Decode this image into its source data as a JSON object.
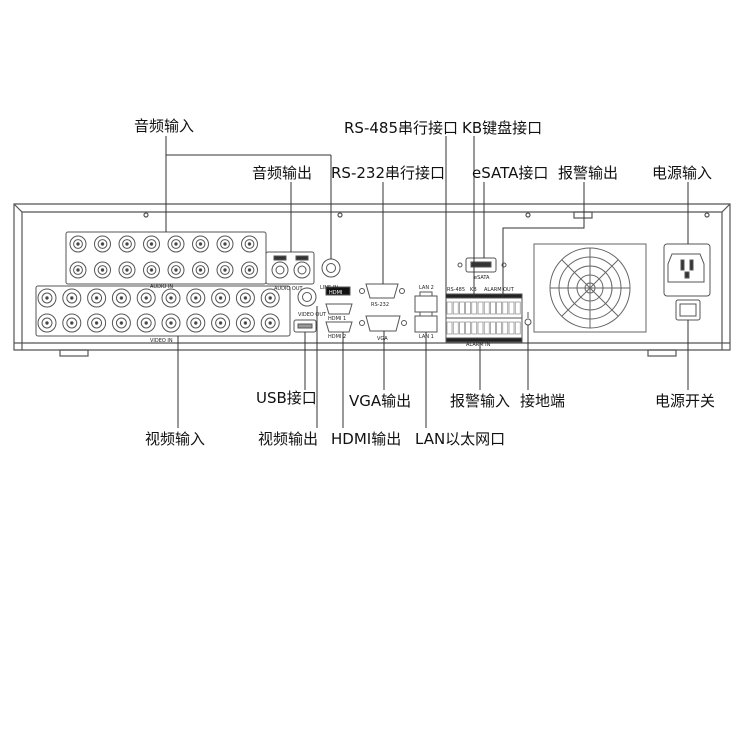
{
  "callouts": {
    "audio_in": "音频输入",
    "rs485": "RS-485串行接口",
    "kb": "KB键盘接口",
    "audio_out": "音频输出",
    "rs232": "RS-232串行接口",
    "esata": "eSATA接口",
    "alarm_out": "报警输出",
    "power_in": "电源输入",
    "usb": "USB接口",
    "vga": "VGA输出",
    "alarm_in": "报警输入",
    "ground": "接地端",
    "power_switch": "电源开关",
    "video_in": "视频输入",
    "video_out": "视频输出",
    "hdmi": "HDMI输出",
    "lan": "LAN以太网口"
  },
  "panel_labels": {
    "audio_in": "AUDIO IN",
    "audio_out": "AUDIO OUT",
    "line_in": "LINE IN",
    "video_in": "VIDEO IN",
    "video_out": "VIDEO OUT",
    "hdmi_logo": "HDMI",
    "hdmi1": "HDMI 1",
    "hdmi2": "HDMI 2",
    "rs232": "RS-232",
    "vga": "VGA",
    "lan1": "LAN 1",
    "lan2": "LAN 2",
    "rs485": "RS-485",
    "kb": "KB",
    "alarm_out": "ALARM OUT",
    "alarm_in": "ALARM IN",
    "esata": "eSATA"
  },
  "colors": {
    "line": "#333333",
    "panel": "#ffffff",
    "panel_stroke": "#555555"
  }
}
